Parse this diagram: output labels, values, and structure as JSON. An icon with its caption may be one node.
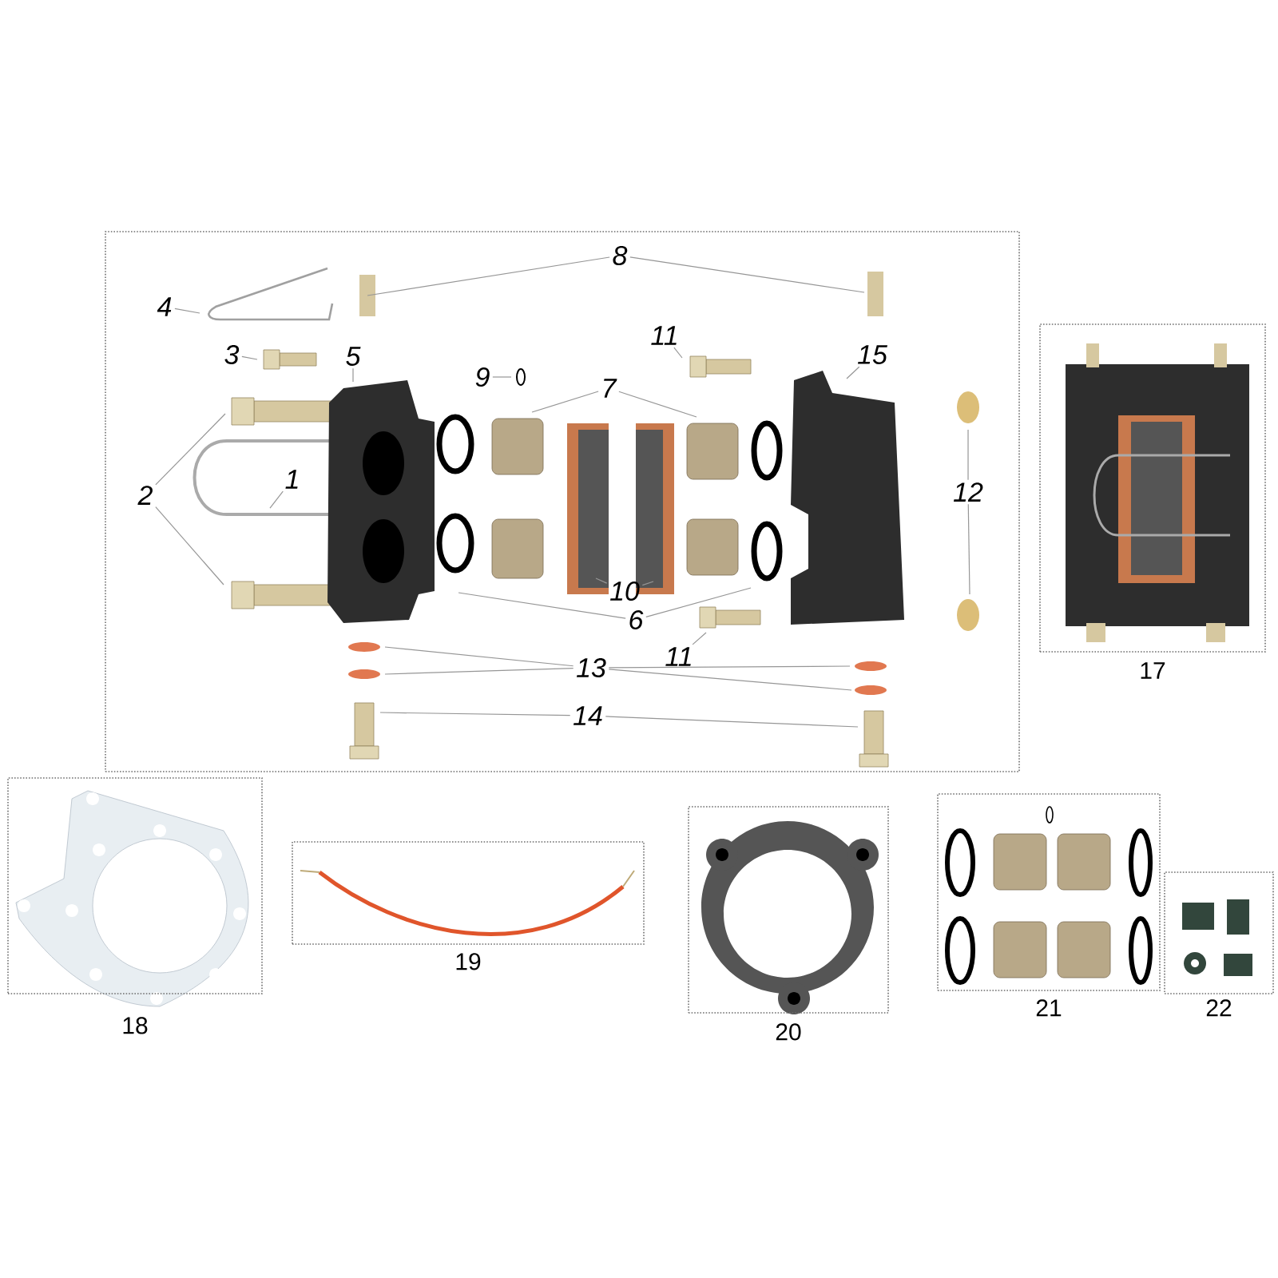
{
  "diagram": {
    "nodes": [
      {
        "text": [],
        "shape": "box"
      },
      {
        "text": [
          "8"
        ],
        "in": 0
      },
      {
        "text": [
          "4"
        ],
        "in": 0
      },
      {
        "text": [
          "3"
        ],
        "in": 0
      },
      {
        "text": [
          "5"
        ],
        "in": 0
      },
      {
        "text": [
          "9"
        ],
        "in": 0
      },
      {
        "text": [
          "11"
        ],
        "in": 0
      },
      {
        "text": [
          "15"
        ],
        "in": 0
      },
      {
        "text": [
          "7"
        ],
        "in": 0
      },
      {
        "text": [
          "2"
        ],
        "in": 0
      },
      {
        "text": [
          "1"
        ],
        "in": 0
      },
      {
        "text": [
          "12"
        ],
        "in": 0
      },
      {
        "text": [
          "10"
        ],
        "in": 0
      },
      {
        "text": [
          "6"
        ],
        "in": 0
      },
      {
        "text": [
          "11"
        ],
        "in": 0
      },
      {
        "text": [
          "13"
        ],
        "in": 0
      },
      {
        "text": [
          "14"
        ],
        "in": 0
      },
      {
        "text": [
          "17"
        ]
      },
      {
        "text": [
          "18"
        ]
      },
      {
        "text": [
          "19"
        ]
      },
      {
        "text": [
          "20"
        ]
      },
      {
        "text": [
          "21"
        ]
      },
      {
        "text": [
          "22"
        ]
      }
    ],
    "edges": [
      {
        "from": 1,
        "to": null,
        "arrow": "none"
      },
      {
        "from": 1,
        "to": null,
        "arrow": "none"
      },
      {
        "from": 2,
        "to": null,
        "arrow": "none"
      },
      {
        "from": 3,
        "to": null,
        "arrow": "none"
      },
      {
        "from": 4,
        "to": null,
        "arrow": "none"
      },
      {
        "from": 5,
        "to": null,
        "arrow": "none"
      },
      {
        "from": 6,
        "to": null,
        "arrow": "none"
      },
      {
        "from": 7,
        "to": null,
        "arrow": "none"
      },
      {
        "from": 8,
        "to": null,
        "arrow": "none"
      },
      {
        "from": 8,
        "to": null,
        "arrow": "none"
      },
      {
        "from": 9,
        "to": null,
        "arrow": "none"
      },
      {
        "from": 9,
        "to": null,
        "arrow": "none"
      },
      {
        "from": 10,
        "to": null,
        "arrow": "none"
      },
      {
        "from": 11,
        "to": null,
        "arrow": "none"
      },
      {
        "from": 11,
        "to": null,
        "arrow": "none"
      },
      {
        "from": 12,
        "to": null,
        "arrow": "none"
      },
      {
        "from": 12,
        "to": null,
        "arrow": "none"
      },
      {
        "from": 13,
        "to": null,
        "arrow": "none"
      },
      {
        "from": 13,
        "to": null,
        "arrow": "none"
      },
      {
        "from": 14,
        "to": null,
        "arrow": "none"
      },
      {
        "from": 15,
        "to": null,
        "arrow": "none"
      },
      {
        "from": 15,
        "to": null,
        "arrow": "none"
      },
      {
        "from": 15,
        "to": null,
        "arrow": "none"
      },
      {
        "from": 15,
        "to": null,
        "arrow": "none"
      },
      {
        "from": 16,
        "to": null,
        "arrow": "none"
      },
      {
        "from": 16,
        "to": null,
        "arrow": "none"
      }
    ]
  }
}
